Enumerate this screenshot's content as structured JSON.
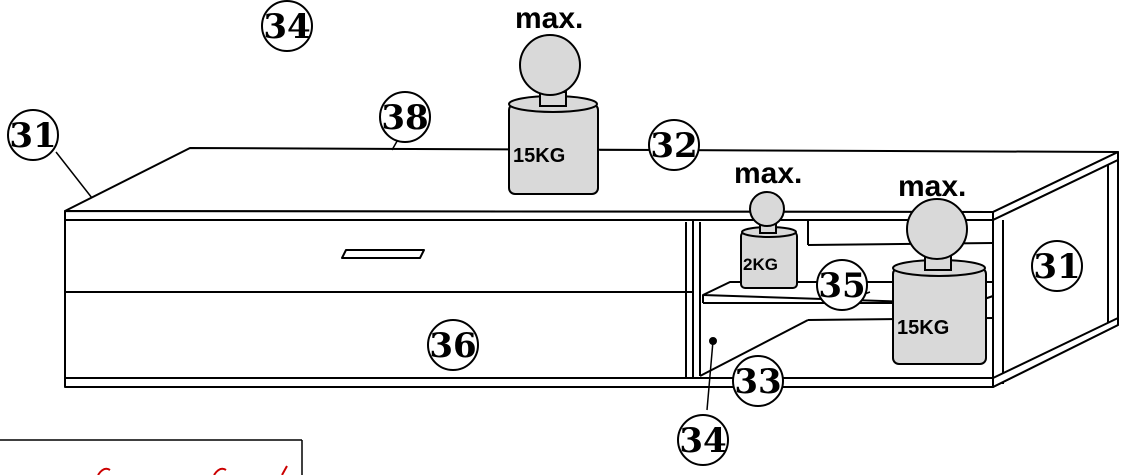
{
  "callouts": {
    "top_center": "34",
    "left_side": "31",
    "top_edge": "38",
    "top_back_edge": "32",
    "right_side": "31",
    "shelf": "35",
    "drawer": "36",
    "bottom": "33",
    "bottom_divider": "34"
  },
  "weights": {
    "top": {
      "max_label": "max.",
      "weight_label": "15KG"
    },
    "shelf": {
      "max_label": "max.",
      "weight_label": "2KG"
    },
    "compartment": {
      "max_label": "max.",
      "weight_label": "15KG"
    }
  },
  "colors": {
    "line": "#000000",
    "weight_fill": "#d9d9d9",
    "panel_fill": "#ffffff",
    "frame_accent": "#cc0000"
  }
}
